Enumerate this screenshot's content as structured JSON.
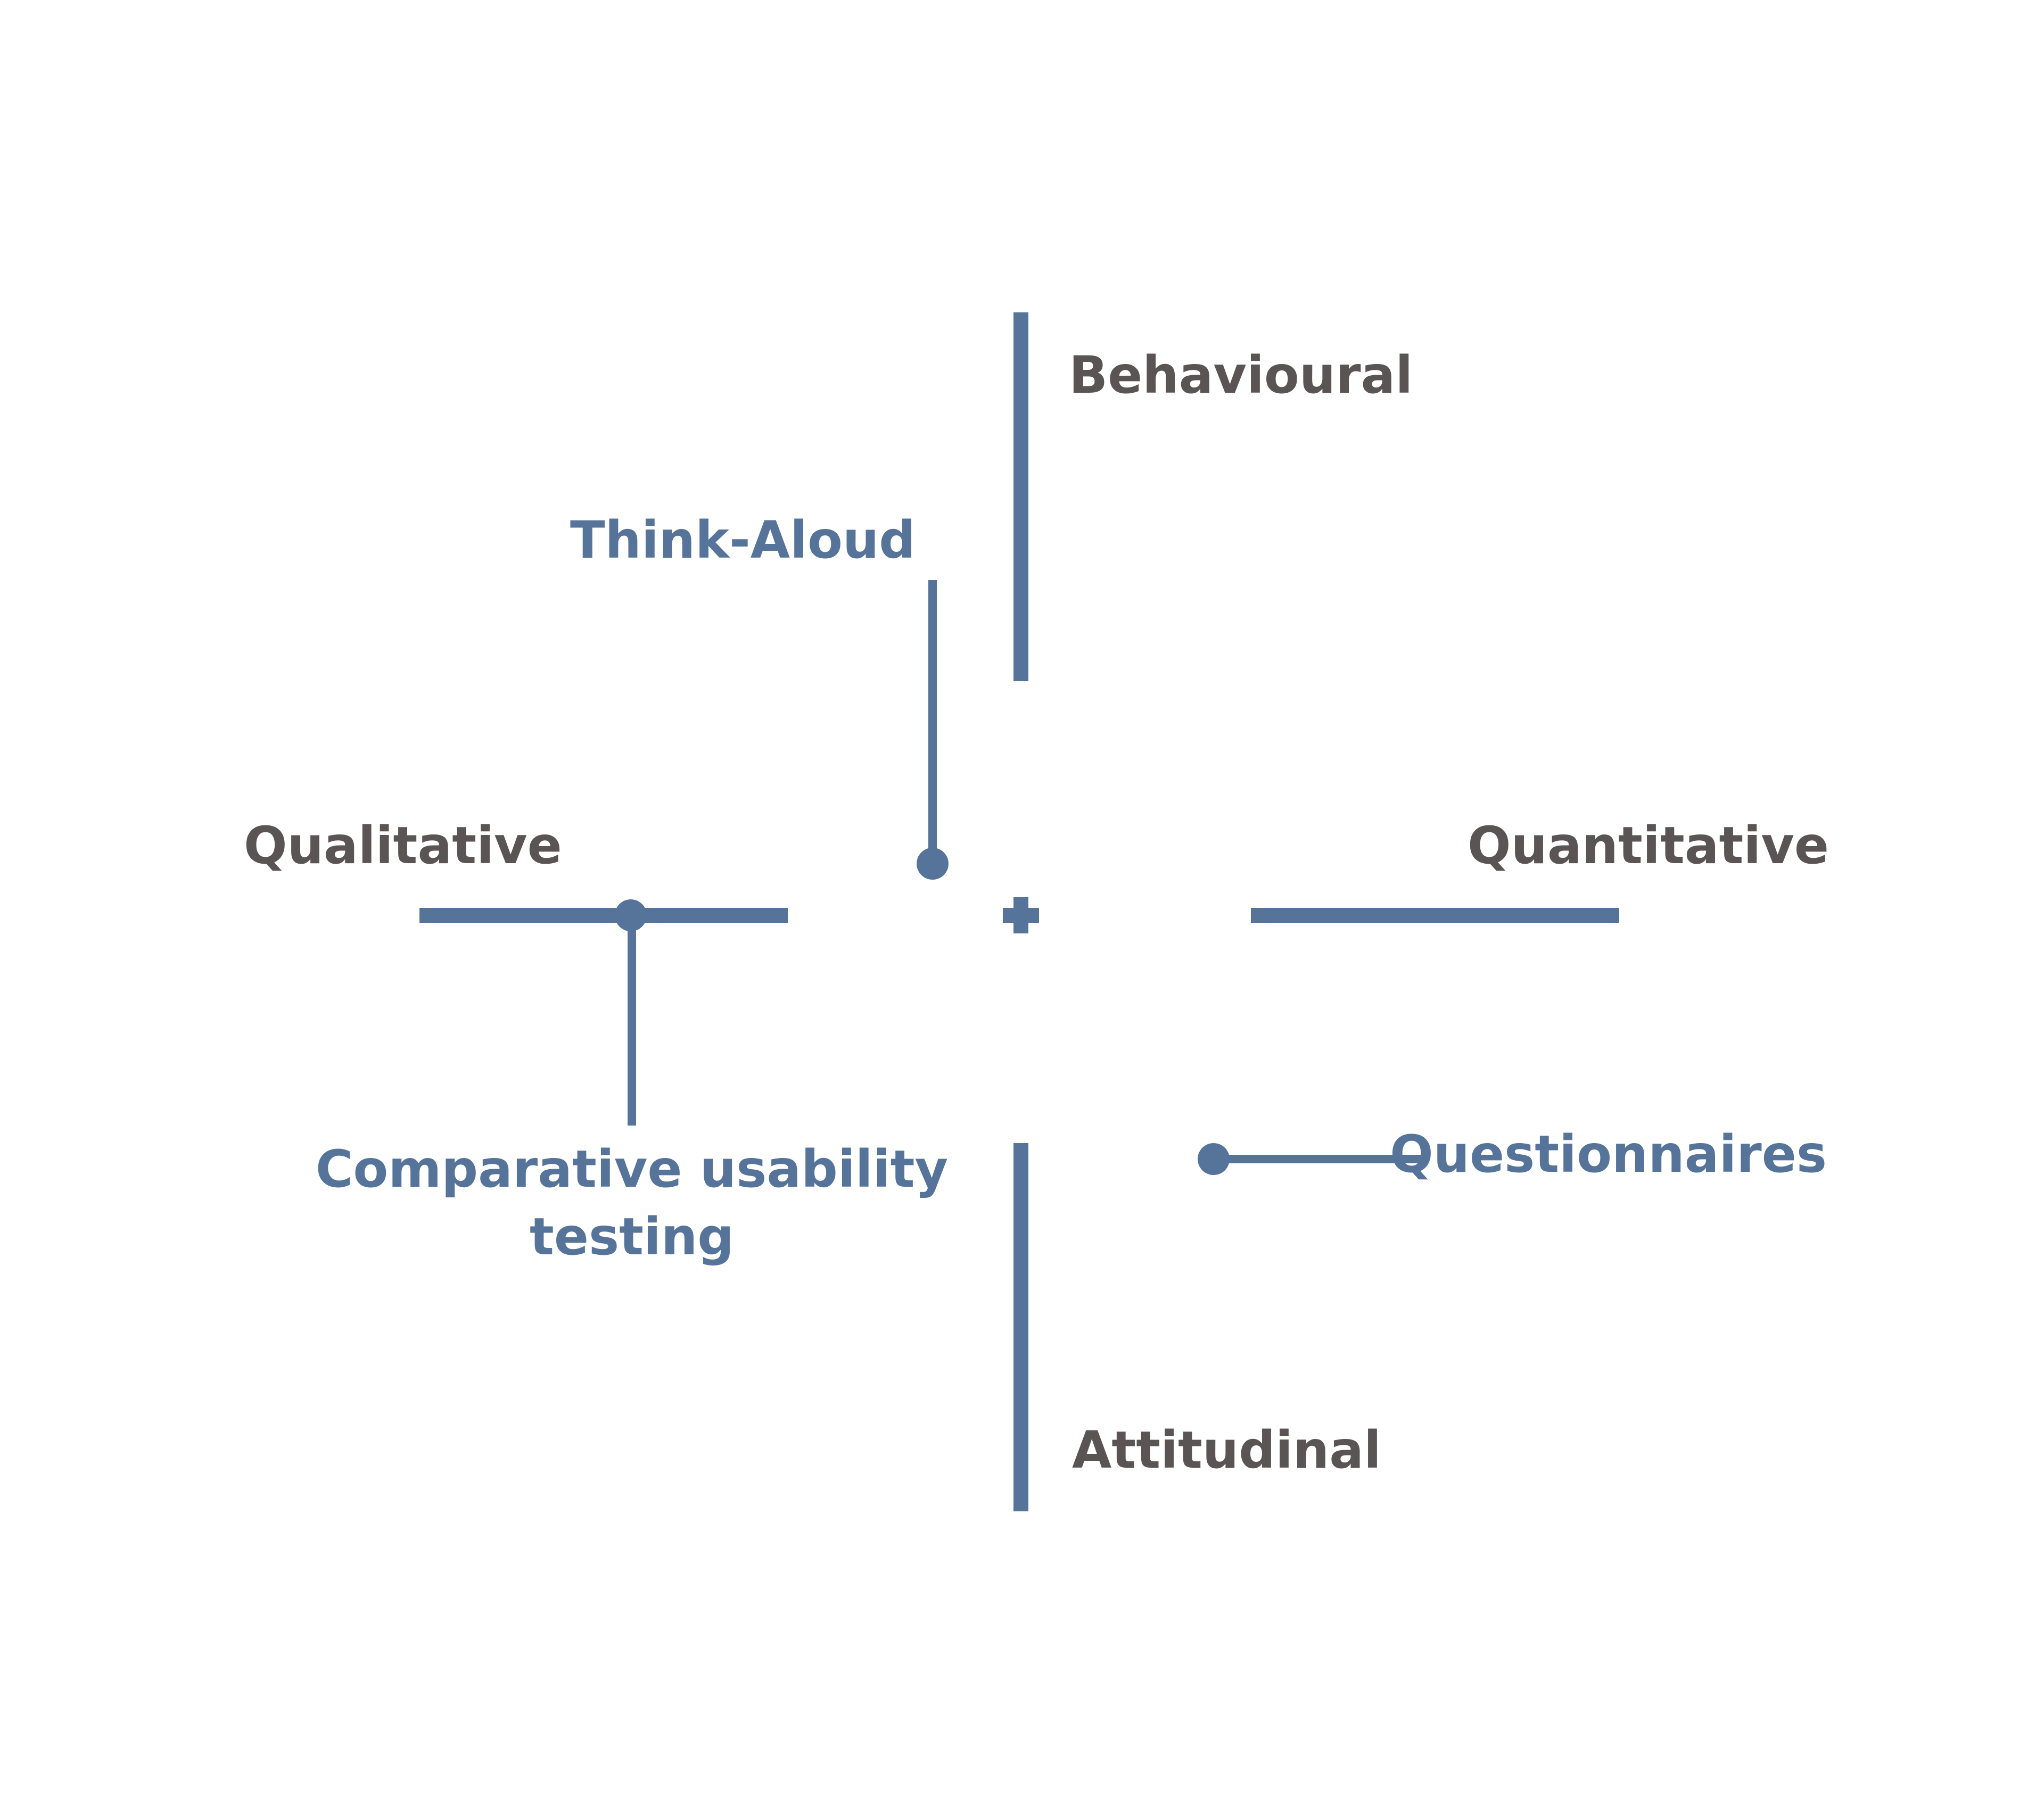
{
  "colors": {
    "line": "#56739a",
    "axis_text": "#5a5455",
    "method_text": "#56739a",
    "background": "#ffffff"
  },
  "axes": {
    "top": "Behavioural",
    "bottom": "Attitudinal",
    "left": "Qualitative",
    "right": "Quantitative"
  },
  "methods": {
    "think_aloud": "Think-Aloud",
    "comparative_line1": "Comparative usability",
    "comparative_line2": "testing",
    "questionnaires": "Questionnaires"
  }
}
